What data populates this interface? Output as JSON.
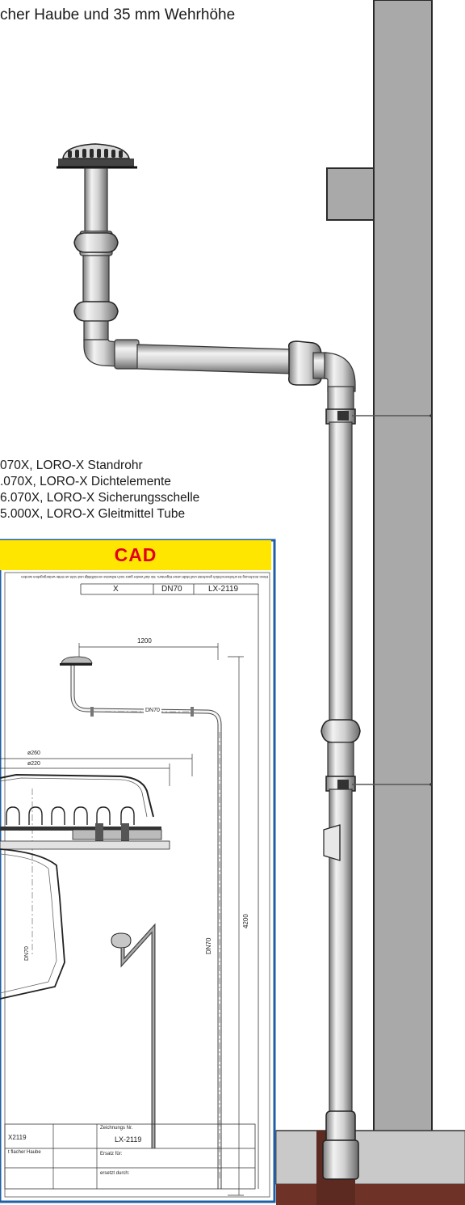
{
  "heading": {
    "line2": "cher Haube und 35 mm Wehrhöhe"
  },
  "parts_list": [
    {
      "text": "070X, LORO-X Standrohr"
    },
    {
      "text": ".070X, LORO-X Dichtelemente"
    },
    {
      "text": "6.070X, LORO-X Sicherungsschelle"
    },
    {
      "text": "5.000X, LORO-X Gleitmittel Tube"
    }
  ],
  "cad_panel": {
    "banner_label": "CAD",
    "tiny_notice": "Diese Zeichnung ist urheberrechtlich geschützt und bleibt unser Eigentum. Sie darf weder ganz noch teilweise vervielfältigt und nicht an Dritte weitergegeben werden",
    "header_cells": [
      "X",
      "DN70",
      "LX-2119"
    ],
    "dimensions": {
      "horizontal": "1200",
      "pipe_label": "DN70",
      "vertical_pipe_label": "DN70",
      "height": "4200",
      "diameter_outer": "ø260",
      "diameter_inner": "ø220",
      "neck_label": "DN70"
    },
    "title_block": {
      "left_code": "X2119",
      "left_desc": "t flacher Haube",
      "drawing_no_label": "Zeichnungs Nr.",
      "drawing_no": "LX-2119",
      "replaces_label": "Ersatz für:",
      "replaced_by_label": "ersetzt durch:"
    }
  },
  "colors": {
    "wall": "#a9a9a9",
    "floor_slab": "#c9c9c9",
    "earth": "#6e3326",
    "accent_yellow": "#ffe600",
    "accent_red": "#e3001b",
    "panel_border": "#1f5fa6"
  }
}
